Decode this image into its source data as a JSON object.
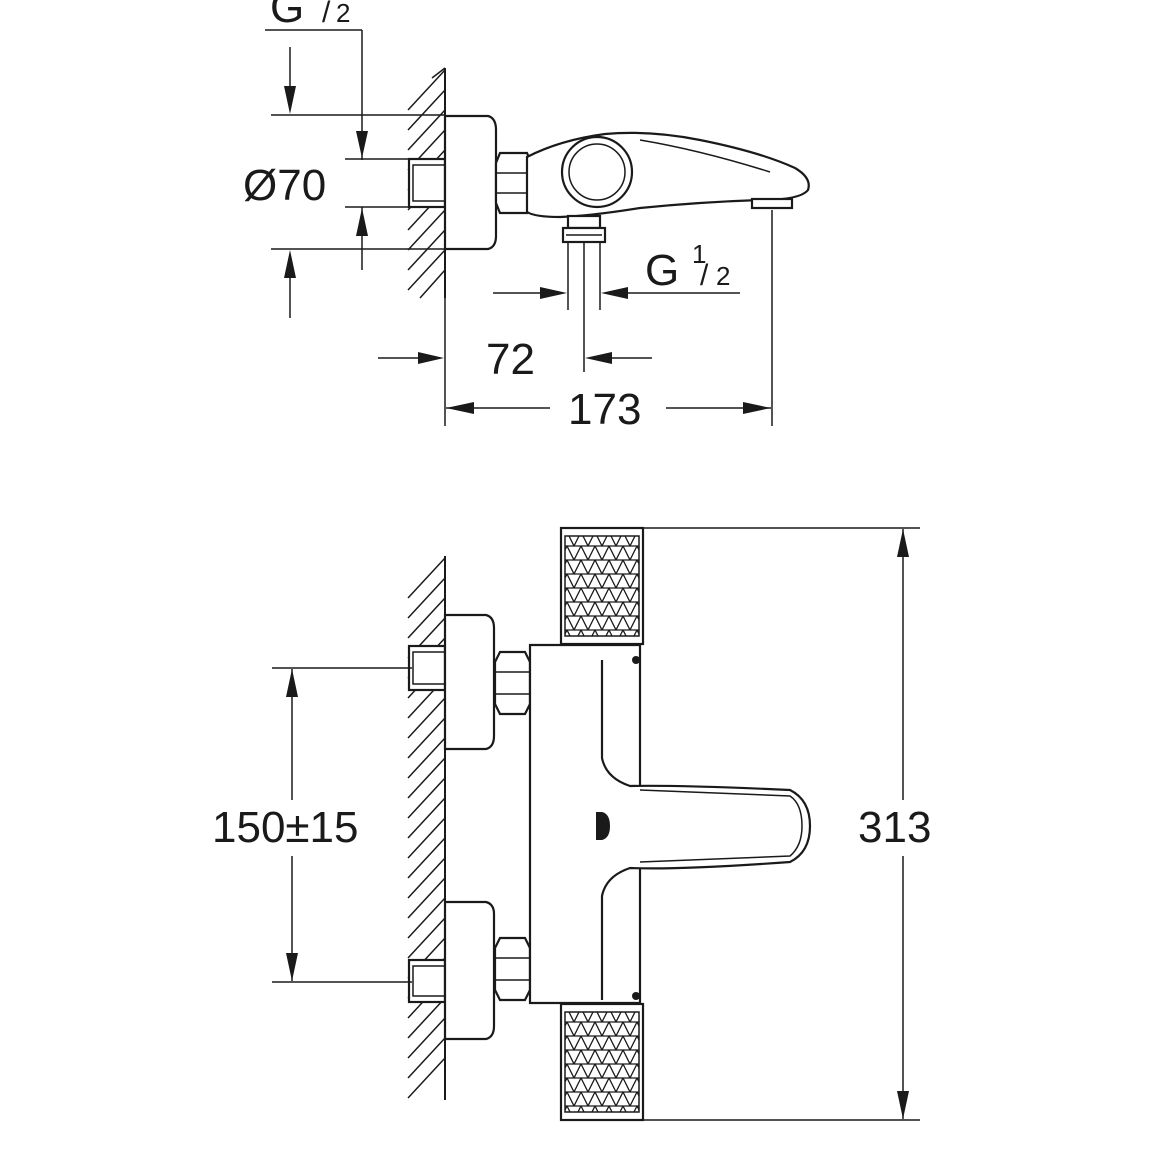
{
  "drawing": {
    "title": "",
    "side_view": {
      "thread_top_base": "G",
      "thread_top_num": "",
      "thread_top_den": "2",
      "thread_right_base": "G",
      "thread_right_num": "1",
      "thread_right_den": "2",
      "diameter_label": "Ø70",
      "offset_label": "72",
      "depth_label": "173"
    },
    "front_view": {
      "spacing_label": "150±15",
      "height_label": "313"
    }
  }
}
